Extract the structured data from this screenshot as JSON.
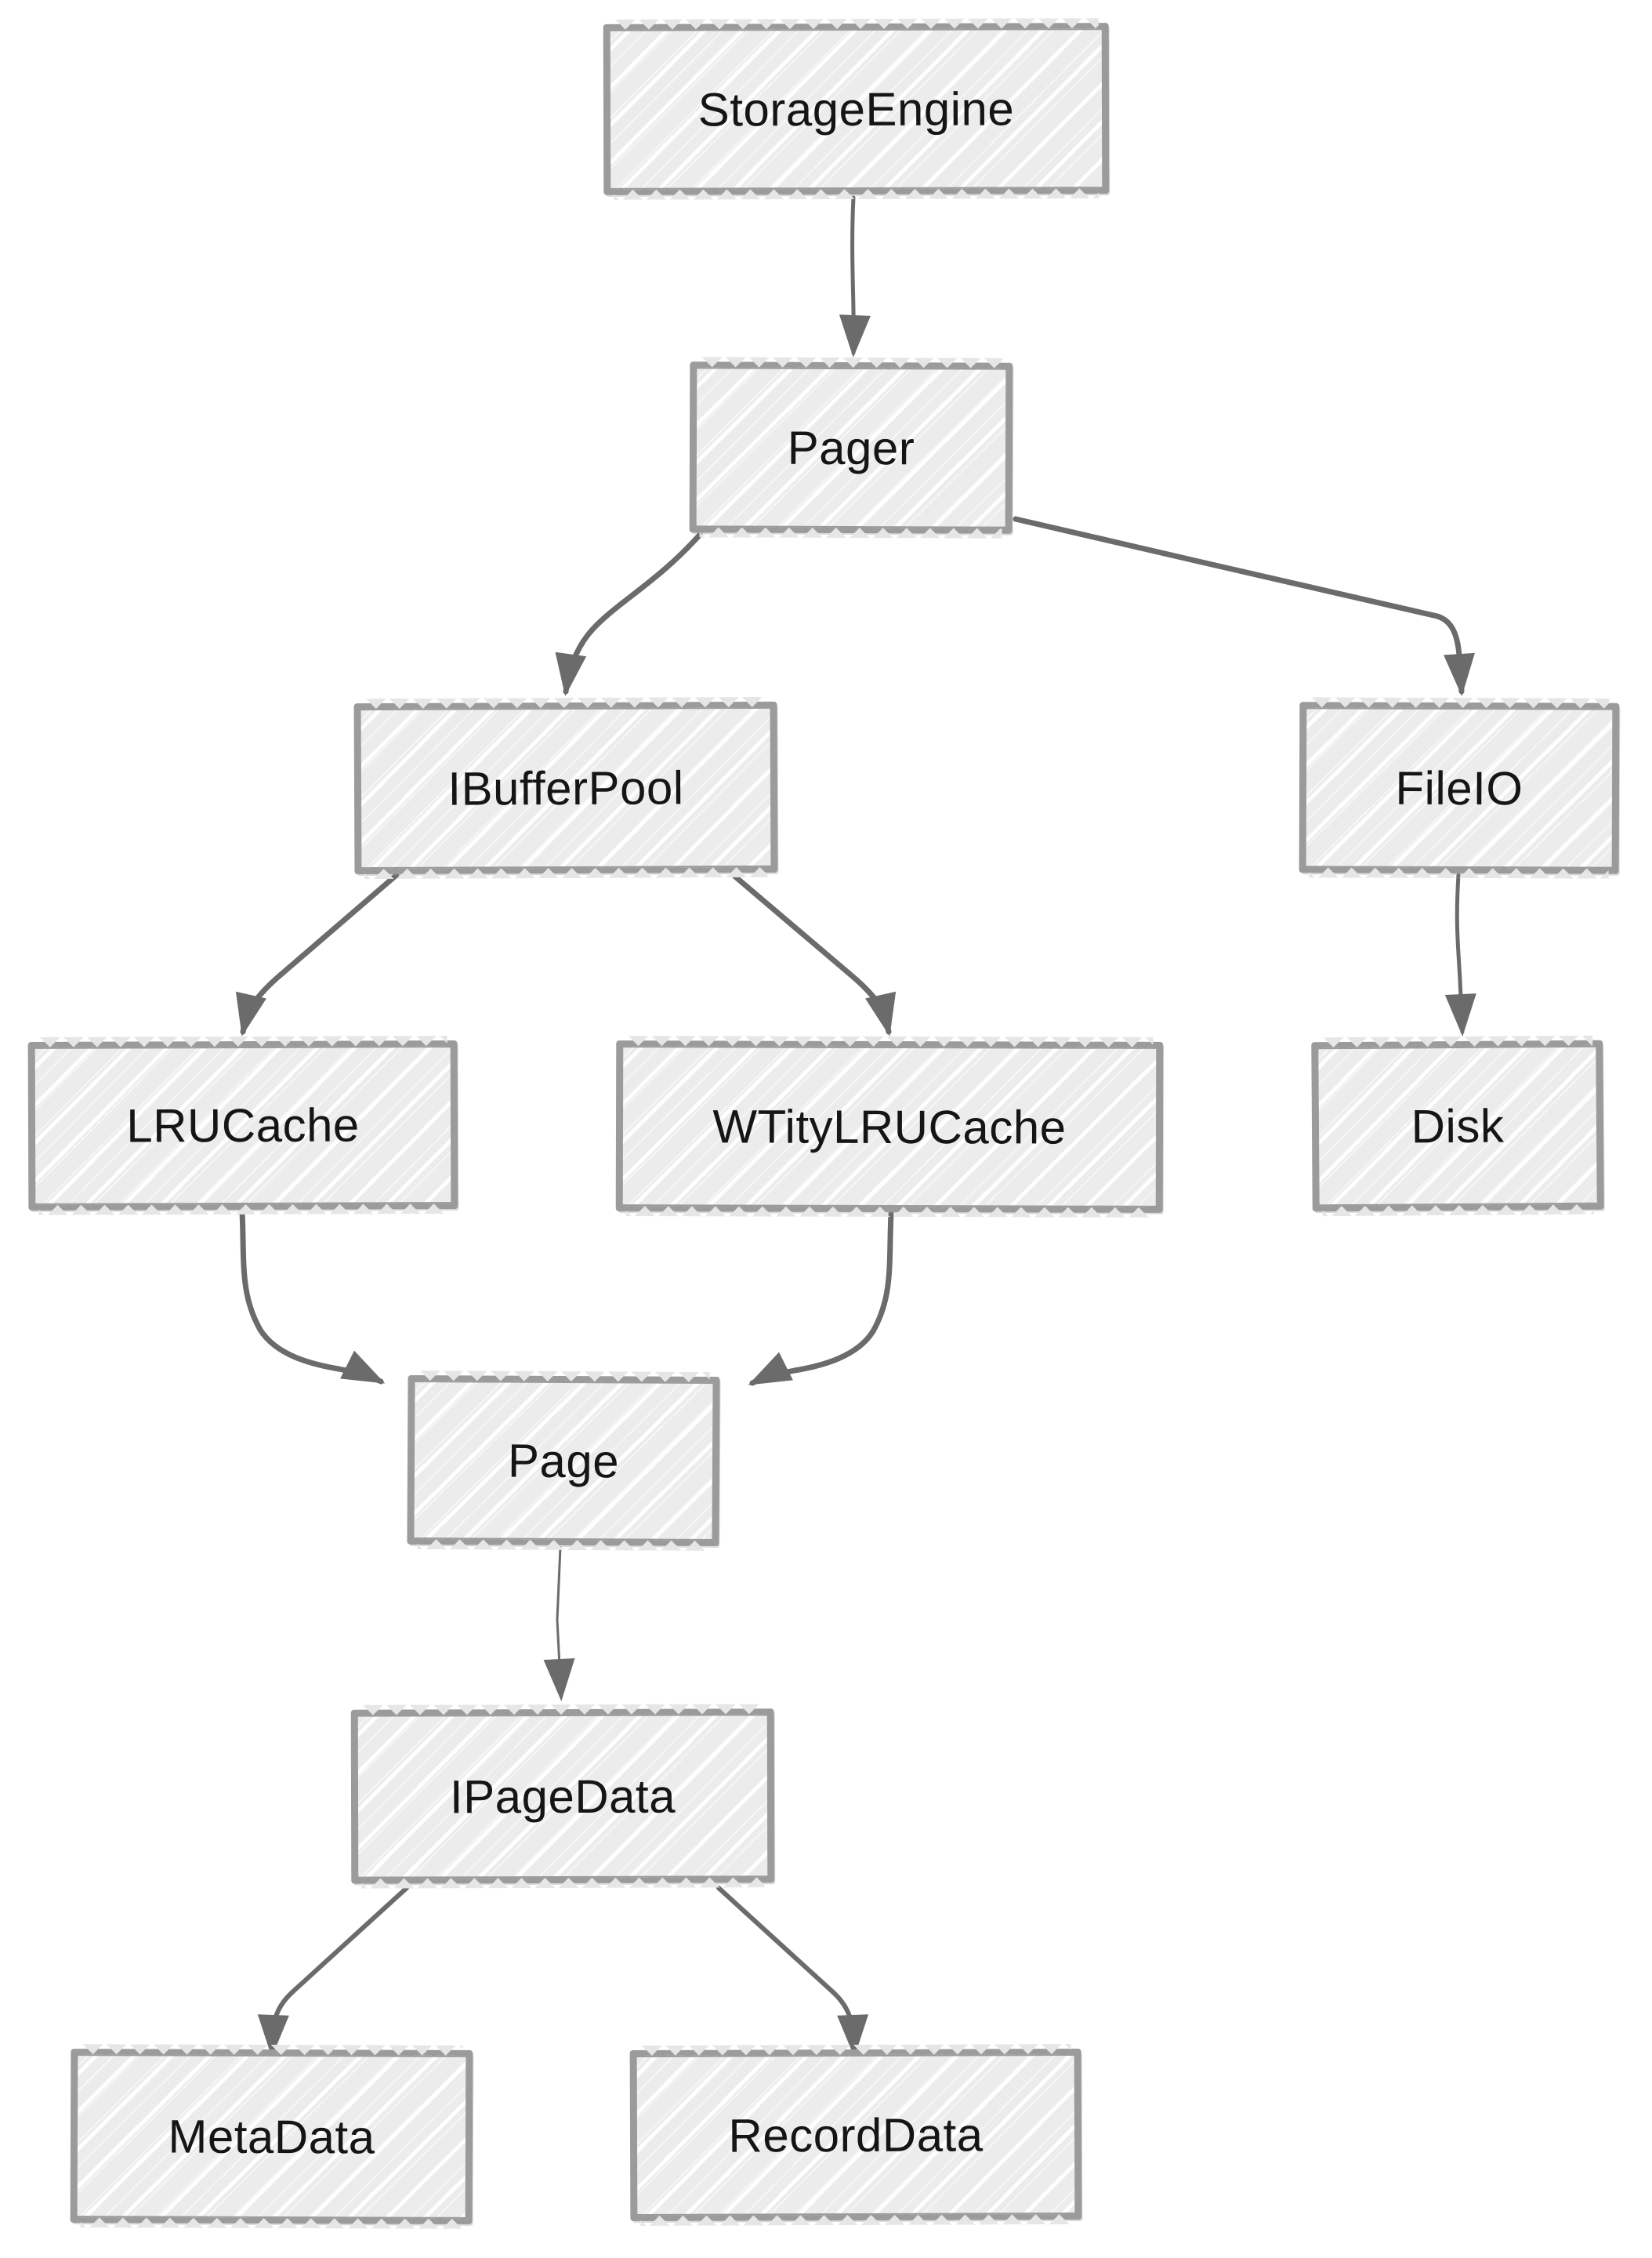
{
  "diagram": {
    "type": "flowchart",
    "style": "hand-drawn",
    "background": "#ffffff",
    "colors": {
      "box_fill": "#ececec",
      "box_hatch": "#ffffff",
      "box_border": "#9b9b9b",
      "arrow": "#6b6b6b",
      "text": "#151515"
    },
    "nodes": [
      {
        "id": "storage-engine",
        "label": "StorageEngine"
      },
      {
        "id": "pager",
        "label": "Pager"
      },
      {
        "id": "ibufferpool",
        "label": "IBufferPool"
      },
      {
        "id": "fileio",
        "label": "FileIO"
      },
      {
        "id": "lrucache",
        "label": "LRUCache"
      },
      {
        "id": "wtitylrucache",
        "label": "WTityLRUCache"
      },
      {
        "id": "disk",
        "label": "Disk"
      },
      {
        "id": "page",
        "label": "Page"
      },
      {
        "id": "ipagedata",
        "label": "IPageData"
      },
      {
        "id": "metadata",
        "label": "MetaData"
      },
      {
        "id": "recorddata",
        "label": "RecordData"
      }
    ],
    "edges": [
      {
        "from": "StorageEngine",
        "to": "Pager"
      },
      {
        "from": "Pager",
        "to": "IBufferPool"
      },
      {
        "from": "Pager",
        "to": "FileIO"
      },
      {
        "from": "IBufferPool",
        "to": "LRUCache"
      },
      {
        "from": "IBufferPool",
        "to": "WTityLRUCache"
      },
      {
        "from": "FileIO",
        "to": "Disk"
      },
      {
        "from": "LRUCache",
        "to": "Page"
      },
      {
        "from": "WTityLRUCache",
        "to": "Page"
      },
      {
        "from": "Page",
        "to": "IPageData"
      },
      {
        "from": "IPageData",
        "to": "MetaData"
      },
      {
        "from": "IPageData",
        "to": "RecordData"
      }
    ]
  }
}
